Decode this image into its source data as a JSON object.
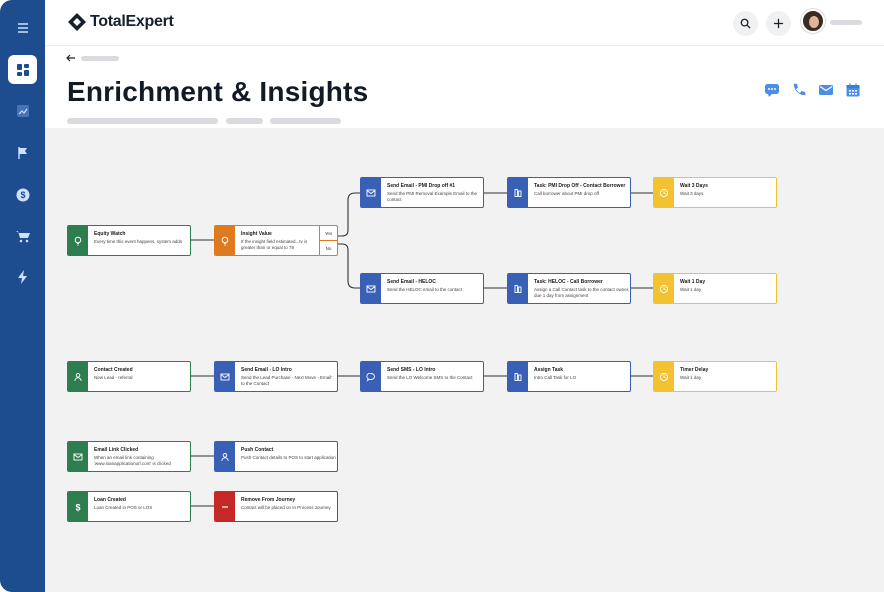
{
  "app": {
    "brand": "TotalExpert"
  },
  "page": {
    "title": "Enrichment & Insights"
  },
  "sidebar": {
    "items": [
      {
        "icon": "menu-icon"
      },
      {
        "icon": "dashboard-icon"
      },
      {
        "icon": "trend-icon"
      },
      {
        "icon": "flag-icon"
      },
      {
        "icon": "dollar-icon"
      },
      {
        "icon": "cart-icon"
      },
      {
        "icon": "lightning-icon"
      }
    ]
  },
  "header_actions": [
    "chat-icon",
    "phone-icon",
    "mail-icon",
    "calendar-icon"
  ],
  "colors": {
    "sidebar": "#1d4d8f",
    "green": "#2e7d4f",
    "blue": "#3960b5",
    "yellow": "#f2c230",
    "orange": "#e07a1f",
    "red": "#c62828"
  },
  "nodes": {
    "equity_watch": {
      "title": "Equity Watch",
      "desc": "Every time this event happens, system adds"
    },
    "insight_value": {
      "title": "Insight Value",
      "desc": "If the insight field estimated...tv is greater than or equal to 78",
      "yes": "Yes",
      "no": "No"
    },
    "send_email_pmi": {
      "title": "Send Email - PMI Drop off #1",
      "desc": "Send the PMI Removal Example Email to the contact"
    },
    "task_pmi": {
      "title": "Task: PMI Drop Off - Contact Borrower",
      "desc": "Call borrower about PMI drop off"
    },
    "wait_3": {
      "title": "Wait 3 Days",
      "desc": "Wait 3 days"
    },
    "send_email_heloc": {
      "title": "Send Email - HELOC",
      "desc": "Send the HELOC email to the contact"
    },
    "task_heloc": {
      "title": "Task: HELOC - Call Borrower",
      "desc": "Assign a Call Contact task to the contact owner, due 1 day from assignment"
    },
    "wait_1": {
      "title": "Wait 1 Day",
      "desc": "Wait 1 day"
    },
    "contact_created": {
      "title": "Contact Created",
      "desc": "New Lead - referral"
    },
    "send_email_lo": {
      "title": "Send Email - LO Intro",
      "desc": "Send the Lead Purchase - Next Move - Email' to the Contact"
    },
    "send_sms_lo": {
      "title": "Send SMS - LO Intro",
      "desc": "Send the LO Welcome SMS to the Contact"
    },
    "assign_task": {
      "title": "Assign Task",
      "desc": "Intro Call Task for LO"
    },
    "timer_delay": {
      "title": "Timer Delay",
      "desc": "Wait 1 day"
    },
    "email_link": {
      "title": "Email Link Clicked",
      "desc": "When an email link containing 'www.loanapplicationurl.com' is clicked"
    },
    "push_contact": {
      "title": "Push Contact",
      "desc": "Push Contact details to POS to start application"
    },
    "loan_created": {
      "title": "Loan Created",
      "desc": "Loan Created in POS or LOS"
    },
    "remove_journey": {
      "title": "Remove From Journey",
      "desc": "Contact will be placed on In Process Journey"
    }
  }
}
